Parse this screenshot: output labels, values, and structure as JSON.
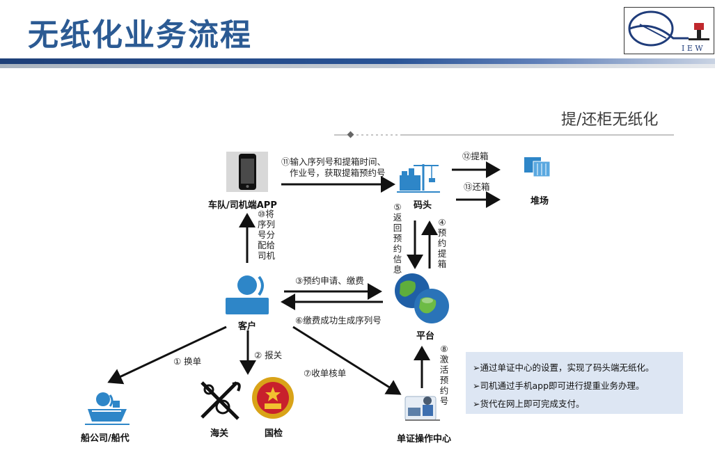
{
  "header": {
    "title": "无纸化业务流程",
    "logo_text": "I E W"
  },
  "section_title": "提/还柜无纸化",
  "nodes": {
    "app": "车队/司机端APP",
    "terminal": "码头",
    "yard": "堆场",
    "platform": "平台",
    "customer": "客户",
    "shipping": "船公司/船代",
    "customs": "海关",
    "inspection": "国检",
    "center": "单证操作中心"
  },
  "steps": {
    "s1": "① 换单",
    "s2": "② 报关",
    "s3": "③预约申请、缴费",
    "s4": "④预约提箱",
    "s5": "⑤返回预约信息",
    "s6": "⑥缴费成功生成序列号",
    "s7": "⑦收单核单",
    "s8": "⑧激活预约号",
    "s10": "⑩将序列号分配给司机",
    "s11_line1": "⑪输入序列号和提箱时间、",
    "s11_line2": "作业号，获取提箱预约号",
    "s12": "⑫提箱",
    "s13": "⑬还箱"
  },
  "notes": [
    "➢通过单证中心的设置，实现了码头端无纸化。",
    "➢司机通过手机app即可进行提重业务办理。",
    "➢货代在网上即可完成支付。"
  ],
  "colors": {
    "title": "#2b5a93",
    "bar": "#1e3f78",
    "icon_blue": "#2e86c8",
    "box": "#dde6f3"
  }
}
